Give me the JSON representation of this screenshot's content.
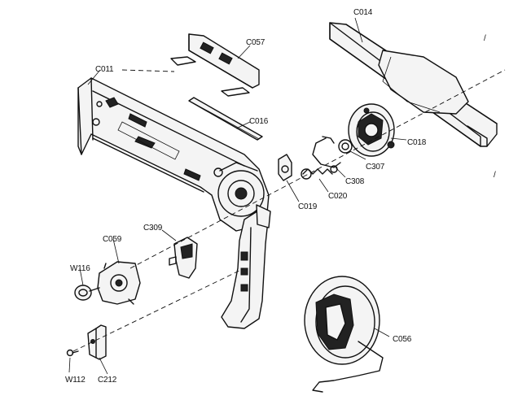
{
  "labels": {
    "c014": "C014",
    "c057": "C057",
    "c011": "C011",
    "c016": "C016",
    "c018": "C018",
    "c307": "C307",
    "c308": "C308",
    "c020": "C020",
    "c019": "C019",
    "c309": "C309",
    "c059": "C059",
    "w116": "W116",
    "c056": "C056",
    "w112": "W112",
    "c212": "C212"
  },
  "margin_marks": {
    "top_right": "/",
    "right": "/"
  }
}
